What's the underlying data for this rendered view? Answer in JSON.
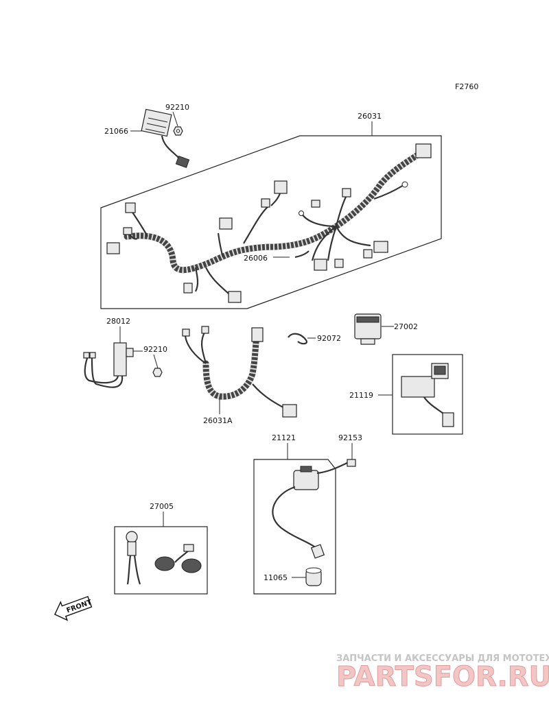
{
  "figure_code": "F2760",
  "parts": {
    "p21066": "21066",
    "p92210a": "92210",
    "p26031": "26031",
    "p26006": "26006",
    "p28012": "28012",
    "p92210b": "92210",
    "p92072": "92072",
    "p27002": "27002",
    "p26031a": "26031A",
    "p21119": "21119",
    "p21121": "21121",
    "p92153": "92153",
    "p27005": "27005",
    "p11065": "11065"
  },
  "front_arrow": "FRONT",
  "watermark": {
    "tagline": "ЗАПЧАСТИ И АКСЕССУАРЫ ДЛЯ МОТОТЕХНИКИ",
    "logo": "PARTSFOR.RU"
  }
}
